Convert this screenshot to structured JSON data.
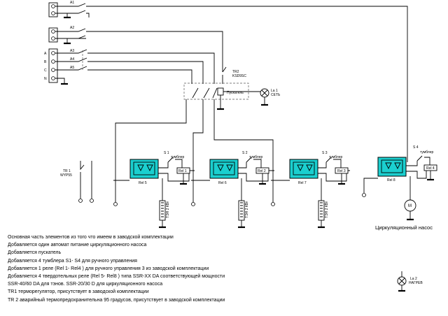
{
  "labels": {
    "breaker_a1": "A1",
    "breaker_a2": "A2",
    "breaker_a3": "A3",
    "breaker_a4": "A4",
    "breaker_a5": "A5",
    "phase_a": "A",
    "phase_b": "B",
    "phase_c": "C",
    "phase_n": "N",
    "tr2": "TR2",
    "tr2_sub": "KSD9SC",
    "contactor": "Пускатель",
    "lamp1": "La 1",
    "lamp1_sub": "СЕТЬ",
    "tr1": "TR 1",
    "tr1_sub": "WYP55",
    "s1": "S 1",
    "s2": "S 2",
    "s3": "S 3",
    "s4": "S 4",
    "toggle": "тумблер",
    "toggle4": "тумблер",
    "rel1": "Rel 1",
    "rel2": "Rel 2",
    "rel3": "Rel 3",
    "rel4": "Rel 4",
    "rel5": "Rel 5",
    "rel6": "Rel 6",
    "rel7": "Rel 7",
    "rel8": "Rel 8",
    "heater1": "ТЭН 2 КВт",
    "heater2": "ТЭН 2 КВт",
    "heater3": "ТЭН 2 КВт",
    "motor": "M",
    "pump": "Циркуляционный насос",
    "lamp2": "La 2",
    "lamp2_sub": "НАГРЕВ"
  },
  "notes": [
    "Основная часть элементов из  того что имеем в заводской комплектации",
    "Добавляется один автомат питание циркуляционного насоса",
    "Добавляется пускатель",
    "Добавляется 4 тумблера S1- S4 для ручного управления",
    "Добавляется 1 реле (Rel 1- Rel4 ) для ручного управления 3 из заводской комплектации",
    "Добавляется 4 твердотельных реле (Rel 5- Rel8 ) типа SSR-XX DA соответствующей мощности",
    "SSR-40/60 DA для тэнов. SSR-20/30 D для циркуляционного насоса",
    "TR1 терморегулятор, присутствует в заводской комплектации",
    "TR 2 аварийный термопредохранительна  95 градусов, присутствует в заводской комплектации"
  ]
}
